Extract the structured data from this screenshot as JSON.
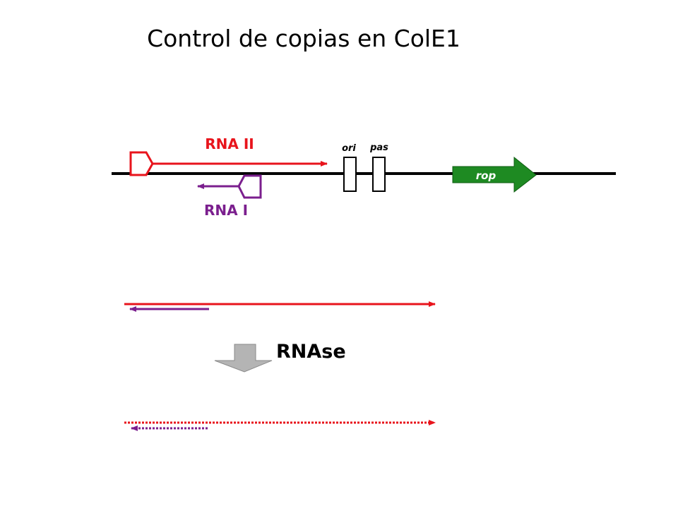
{
  "title": "Control de copias en ColE1",
  "labels": {
    "rna2": "RNA II",
    "rna1": "RNA I",
    "ori": "ori",
    "pas": "pas",
    "rop": "rop",
    "rnase": "RNAse"
  },
  "colors": {
    "red": "#e8141c",
    "purple": "#7b1f8e",
    "green": "#1e8a22",
    "gray": "#b4b4b4",
    "black": "#000000"
  }
}
